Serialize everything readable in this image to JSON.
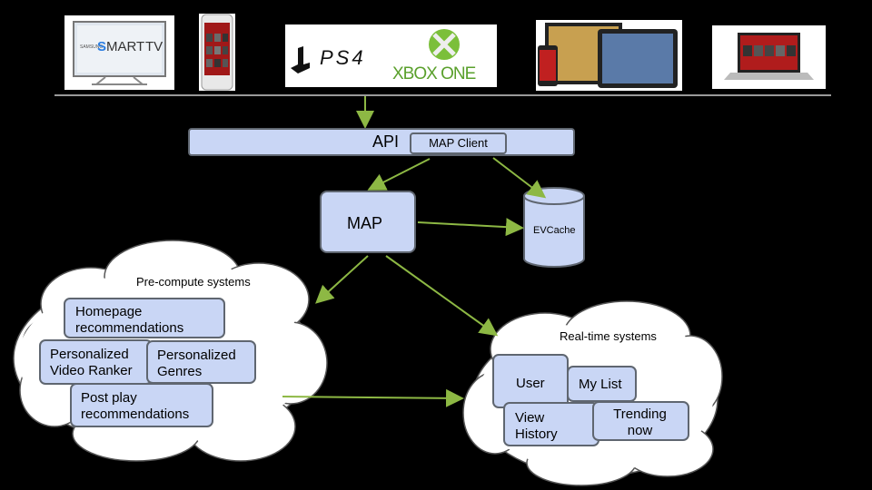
{
  "devices": {
    "smart_tv": {
      "brand_small": "SAMSUNG",
      "label_s": "S",
      "label_mart": "MART",
      "label_tv": "TV"
    },
    "phone": {},
    "consoles": {
      "ps4": "PS4",
      "xbox": "XBOX ONE"
    },
    "tablets": {},
    "laptop": {}
  },
  "api": {
    "label": "API",
    "client_label": "MAP Client"
  },
  "map": {
    "label": "MAP"
  },
  "evcache": {
    "label": "EVCache"
  },
  "precompute": {
    "title": "Pre-compute systems",
    "items": [
      "Homepage recommendations",
      "Personalized Video Ranker",
      "Personalized Genres",
      "Post play recommendations"
    ]
  },
  "realtime": {
    "title": "Real-time systems",
    "items": [
      "User",
      "My List",
      "View History",
      "Trending now"
    ]
  },
  "colors": {
    "background": "#000000",
    "box_fill": "#c9d6f5",
    "box_border": "#5f6670",
    "arrow": "#8db844",
    "cloud_fill": "#ffffff"
  }
}
